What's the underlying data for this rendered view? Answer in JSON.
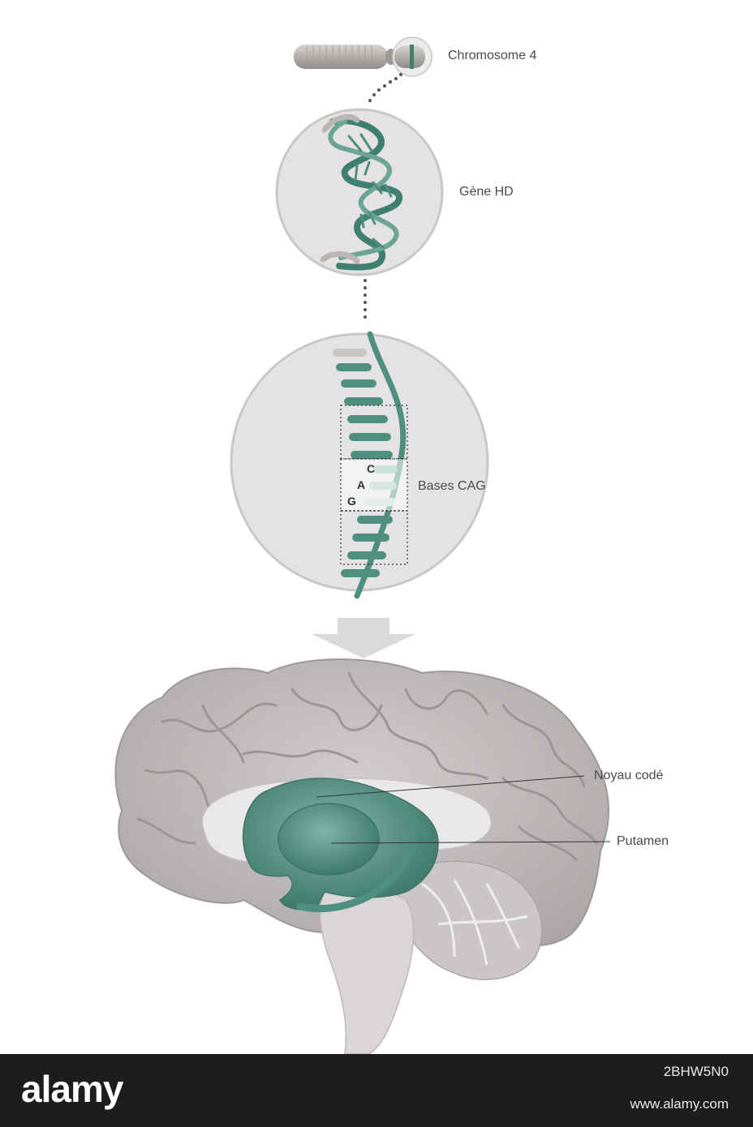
{
  "labels": {
    "chromosome": "Chromosome 4",
    "gene": "Gène HD",
    "bases": "Bases CAG",
    "caudate": "Noyau codé",
    "putamen": "Putamen"
  },
  "bases_letters": [
    "C",
    "A",
    "G"
  ],
  "footer": {
    "logo": "alamy",
    "stock_id": "2BHW5N0",
    "site": "www.alamy.com"
  },
  "colors": {
    "accent_green": "#4f8f7f",
    "circle_fill": "#e4e2e3",
    "brain_gray": "#bdbab9",
    "footer_bg": "#1d1d1f"
  }
}
